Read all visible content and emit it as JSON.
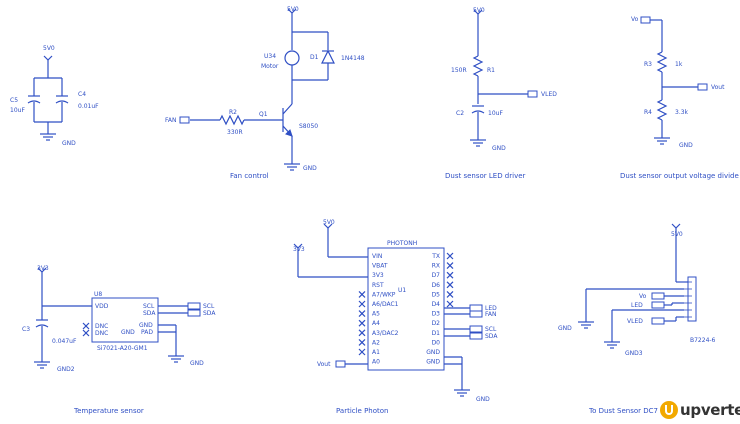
{
  "captions": {
    "fan": "Fan control",
    "led_driver": "Dust sensor LED driver",
    "divider": "Dust sensor output voltage divide",
    "temperature": "Temperature sensor",
    "photon": "Particle Photon",
    "connector": "To Dust Sensor DC7"
  },
  "power": {
    "v5": "5V0",
    "v3": "3V3",
    "gnd": "GND",
    "gnd2": "GND2",
    "gnd3": "GND3"
  },
  "decoupling": {
    "c5_ref": "C5",
    "c5_val": "10uF",
    "c4_ref": "C4",
    "c4_val": "0.01uF"
  },
  "fan": {
    "motor_ref": "U34",
    "motor_val": "Motor",
    "diode_ref": "D1",
    "diode_val": "1N4148",
    "r_ref": "R2",
    "r_val": "330R",
    "q_ref": "Q1",
    "q_val": "S8050",
    "net": "FAN"
  },
  "led_driver": {
    "r_ref": "R1",
    "r_val": "150R",
    "c_ref": "C2",
    "c_val": "10uF",
    "net": "VLED"
  },
  "divider": {
    "r3_ref": "R3",
    "r3_val": "1k",
    "r4_ref": "R4",
    "r4_val": "3.3k",
    "in_net": "Vo",
    "out_net": "Vout"
  },
  "temp": {
    "c_ref": "C3",
    "c_val": "0.047uF",
    "u_ref": "U8",
    "part": "Si7021-A20-GM1",
    "pins": {
      "vdd": "VDD",
      "scl": "SCL",
      "sda": "SDA",
      "gnd": "GND",
      "pad": "PAD",
      "dnc1": "DNC",
      "dnc2": "DNC",
      "gndpad": "GND"
    },
    "net_scl": "SCL",
    "net_sda": "SDA"
  },
  "photon": {
    "title": "PHOTONH",
    "ref": "U1",
    "left_pins": [
      "VIN",
      "VBAT",
      "3V3",
      "RST",
      "A7/WKP",
      "A6/DAC1",
      "A5",
      "A4",
      "A3/DAC2",
      "A2",
      "A1",
      "A0"
    ],
    "right_pins": [
      "TX",
      "RX",
      "D7",
      "D6",
      "D5",
      "D4",
      "D3",
      "D2",
      "D1",
      "D0",
      "GND",
      "GND"
    ],
    "net_led": "LED",
    "net_fan": "FAN",
    "net_scl": "SCL",
    "net_sda": "SDA",
    "net_vout": "Vout"
  },
  "connector": {
    "ref": "B7224-6",
    "net_vo": "Vo",
    "net_led": "LED",
    "net_vled": "VLED"
  },
  "logo": {
    "text": "upverter"
  }
}
